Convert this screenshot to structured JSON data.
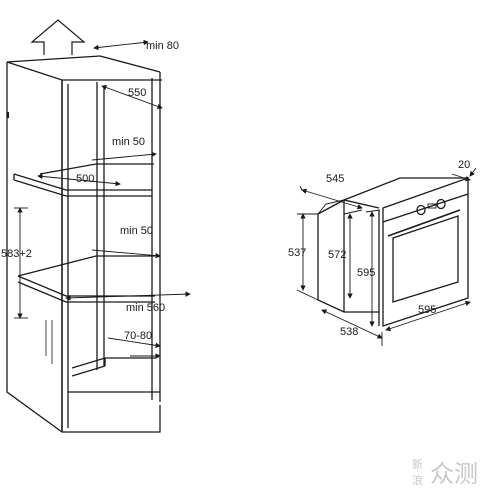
{
  "diagram": {
    "cabinet_dims": {
      "min_80": "min  80",
      "d550": "550",
      "min_50_top": "min 50",
      "d500": "500",
      "min_50_mid": "min 50",
      "d583": "583+2",
      "min_560": "min 560",
      "d70_80": "70-80"
    },
    "oven_dims": {
      "d545": "545",
      "d20": "20",
      "d537": "537",
      "d572": "572",
      "d595_h": "595",
      "d595_w": "595",
      "d538": "538"
    }
  },
  "watermark": {
    "char1": "新",
    "char2": "浪",
    "text": "众测"
  }
}
